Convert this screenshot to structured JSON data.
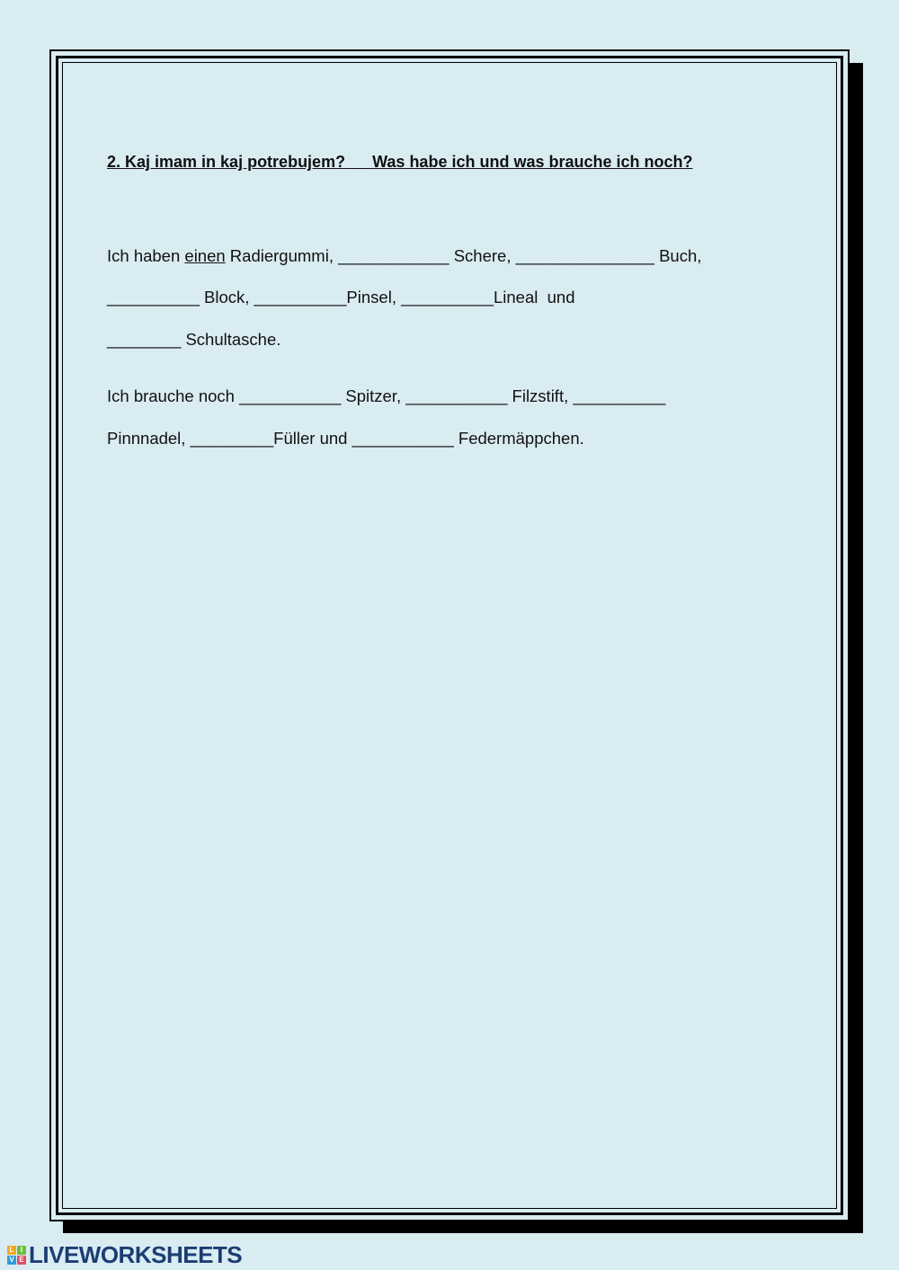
{
  "heading": {
    "part1": "2. Kaj imam in kaj potrebujem?",
    "gap": "      ",
    "part2": "Was habe ich und was brauche ich noch?"
  },
  "lines": {
    "l1_pre": "Ich haben ",
    "l1_underlined": "einen",
    "l1_post": " Radiergummi, ____________ Schere, _______________ Buch,",
    "l2": "__________ Block, __________Pinsel, __________Lineal  und",
    "l3": "________ Schultasche.",
    "l4": "Ich brauche noch ___________ Spitzer, ___________ Filzstift, __________",
    "l5": "Pinnnadel, _________Füller und ___________ Federmäppchen."
  },
  "footer": {
    "logo_text": "LIVEWORKSHEETS",
    "logo_mark": [
      "L",
      "I",
      "V",
      "E"
    ],
    "logo_colors": [
      "#f4a81d",
      "#6cbf3c",
      "#2e9bd6",
      "#e84a5f"
    ]
  }
}
